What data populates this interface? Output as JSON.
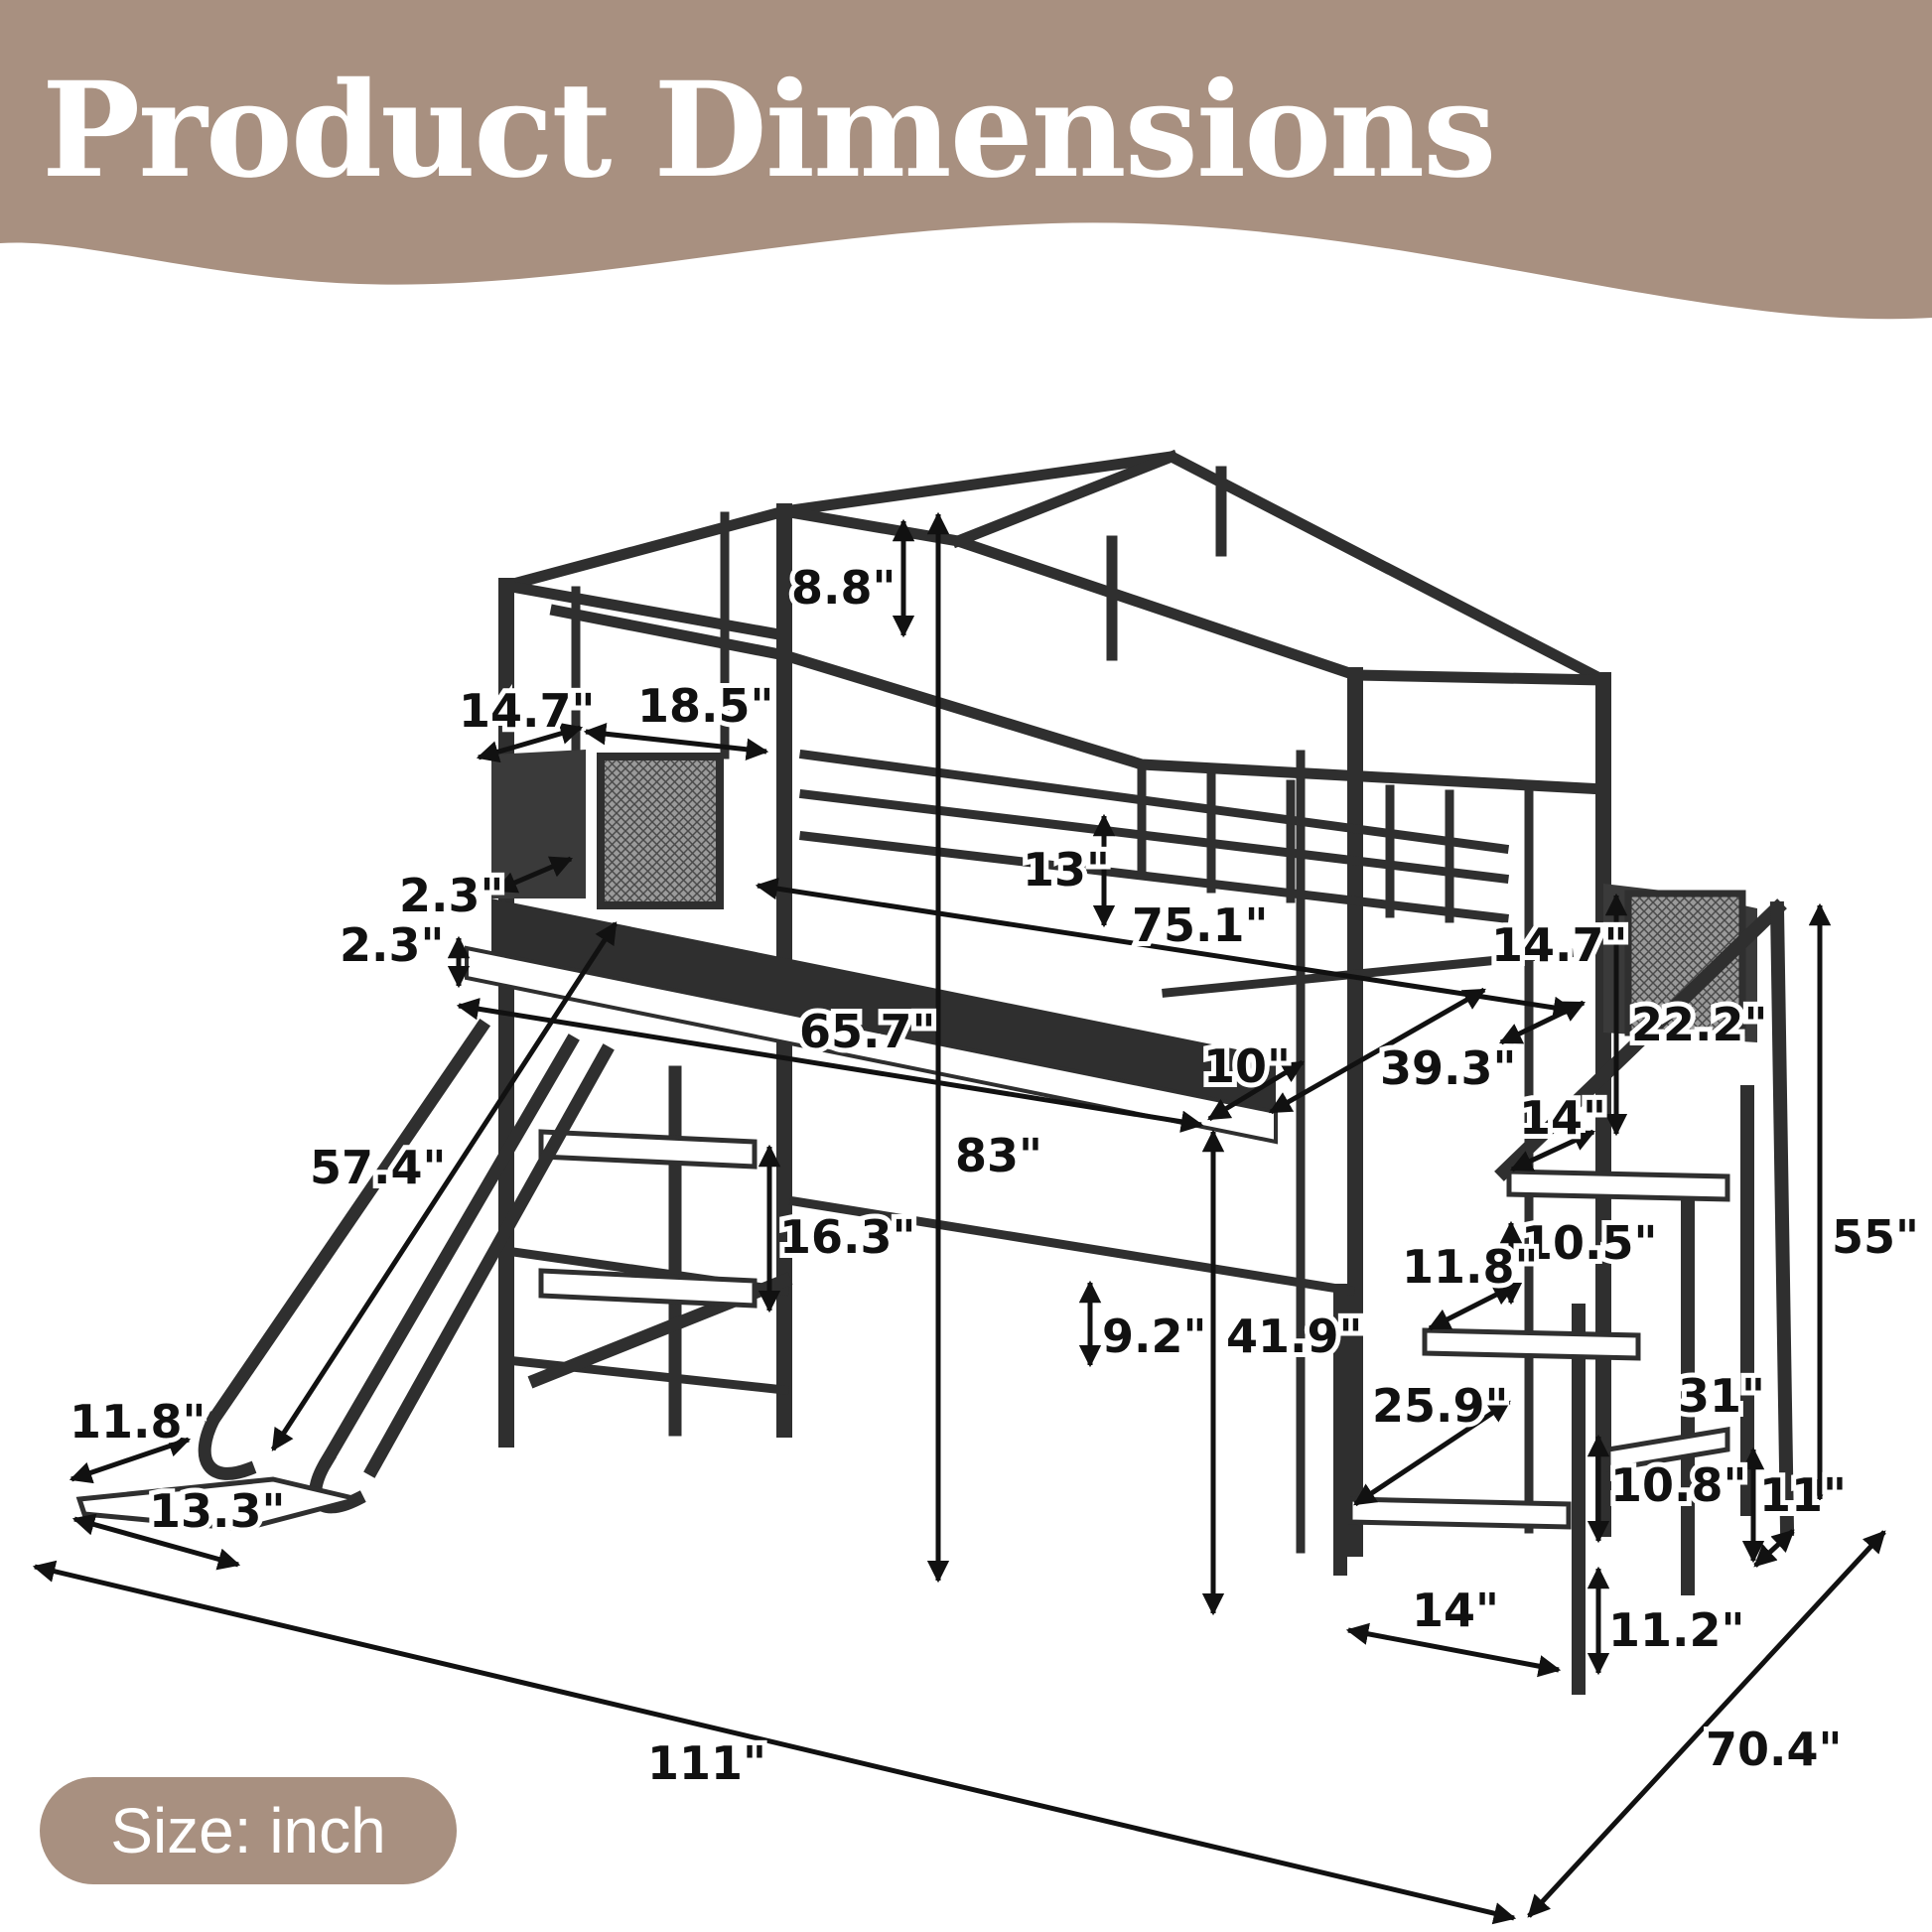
{
  "header": {
    "title": "Product Dimensions",
    "background_color": "#a89080"
  },
  "size_note": "Size: inch",
  "dimensions": {
    "canopy_peak_height": "8.8\"",
    "total_height": "83\"",
    "guard_panel_width_a": "14.7\"",
    "guard_panel_width_b": "18.5\"",
    "upper_guardrail_height": "13\"",
    "bed_length_inner": "75.1\"",
    "guardrail_offset": "2.3\"",
    "deck_thickness": "2.3\"",
    "deck_length": "65.7\"",
    "end_panel_width": "14.7\"",
    "stair_guard_height": "22.2\"",
    "bed_width": "39.3\"",
    "bed_step_gap": "10\"",
    "slide_length": "57.4\"",
    "shelf_height": "16.3\"",
    "lower_rail_height": "9.2\"",
    "under_bed_clearance": "41.9\"",
    "stair_height": "55\"",
    "top_step_depth": "14\"",
    "step_rise_upper": "10.5\"",
    "step_width": "11.8\"",
    "stair_bottom_depth": "25.9\"",
    "stair_rail_height": "31\"",
    "step_rise_lower": "10.8\"",
    "stair_post_gap": "11\"",
    "stair_base_depth": "14\"",
    "bottom_step_height": "11.2\"",
    "slide_end_width": "11.8\"",
    "slide_end_length": "13.3\"",
    "overall_length": "111\"",
    "overall_width": "70.4\""
  },
  "colors": {
    "frame": "#2f2f2f",
    "panel": "#ffffff",
    "mesh": "#6f6f6f",
    "arrow": "#111111"
  }
}
